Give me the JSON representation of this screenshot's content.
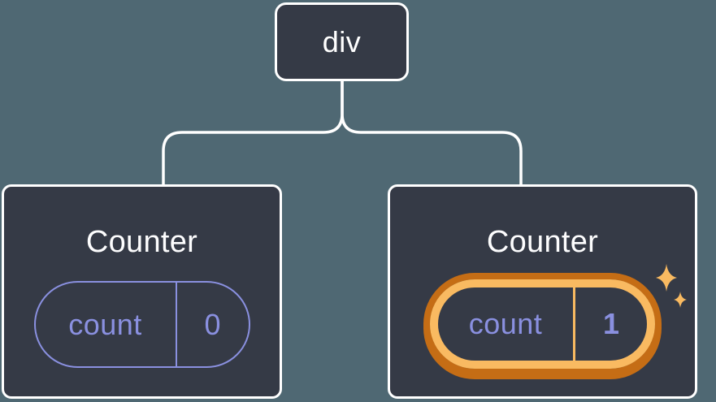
{
  "diagram": {
    "type": "component-tree",
    "root": {
      "label": "div"
    },
    "children": [
      {
        "title": "Counter",
        "state": {
          "label": "count",
          "value": "0",
          "highlighted": false
        }
      },
      {
        "title": "Counter",
        "state": {
          "label": "count",
          "value": "1",
          "highlighted": true
        }
      }
    ]
  },
  "icons": {
    "sparkles": "sparkles-icon"
  },
  "colors": {
    "background": "#4f6873",
    "node_background": "#353a46",
    "node_border": "#ffffff",
    "title_text": "#fdfdfe",
    "state_accent": "#8a90e0",
    "highlight_ring_outer": "#c56d15",
    "highlight_ring_inner": "#f9ba61"
  }
}
